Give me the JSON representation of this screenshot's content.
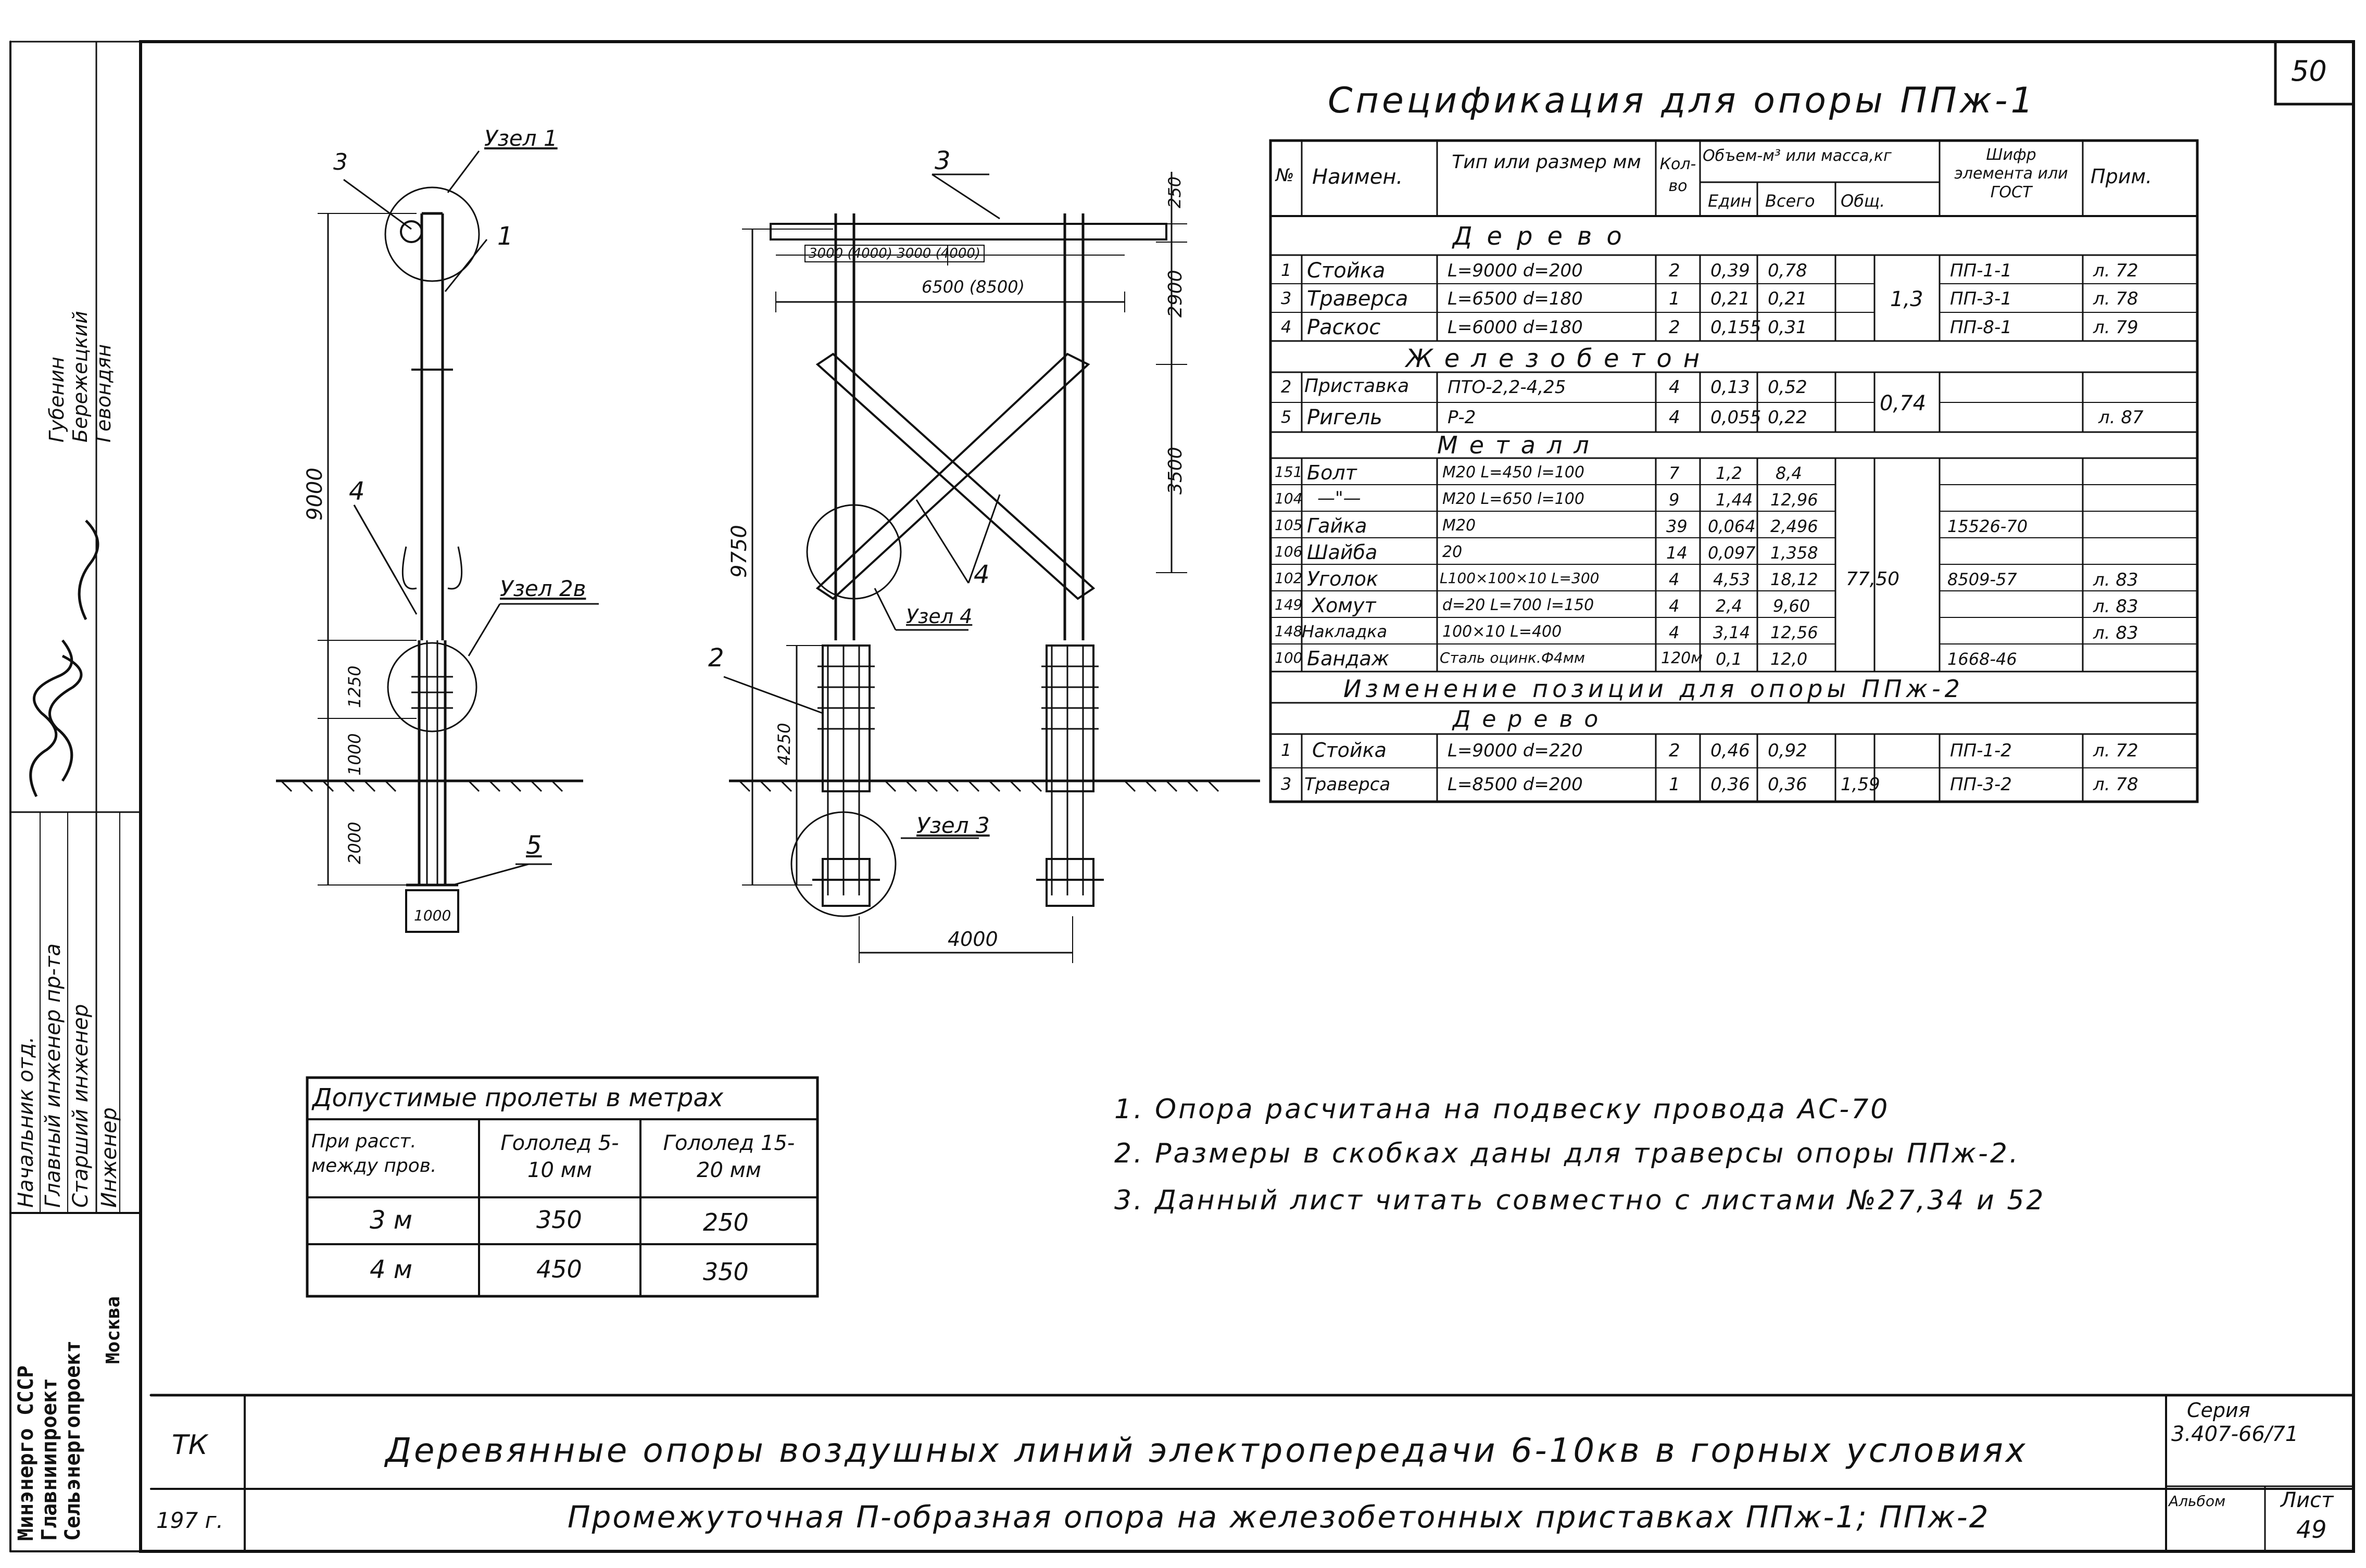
{
  "sheet": {
    "page_number": "50",
    "title": "Спецификация для опоры ППж-1",
    "stamp_tk": "ТК",
    "stamp_year": "197 г.",
    "drawing_title_main": "Деревянные опоры воздушных линий электропередачи 6-10кв в горных условиях",
    "drawing_title_sub": "Промежуточная П-образная опора на железобетонных приставках ППж-1; ППж-2",
    "series_label": "Серия",
    "series_value": "3.407-66/71",
    "album_label": "Альбом",
    "sheet_label": "Лист",
    "sheet_value": "49"
  },
  "side_stamp": {
    "org": [
      "Минэнерго СССР",
      "Главниипроект",
      "Сельэнергопроект",
      "Москва"
    ],
    "roles": [
      "Начальник отд.",
      "Главный инженер пр-та",
      "Старший инженер",
      "Инженер"
    ],
    "names": [
      "Губенин",
      "Бережецкий",
      "Гевондян"
    ]
  },
  "left_view": {
    "labels": {
      "node1": "Узел 1",
      "node2b": "Узел 2в",
      "pos3": "3",
      "pos1": "1",
      "pos4": "4",
      "pos5": "5"
    },
    "dims": {
      "d9000": "9000",
      "d1250": "1250",
      "d1000": "1000",
      "d2000": "2000",
      "d1000b": "1000"
    }
  },
  "right_view": {
    "labels": {
      "pos3": "3",
      "pos2": "2",
      "pos4": "4",
      "node4": "Узел 4",
      "node3": "Узел 3"
    },
    "dims": {
      "top": "3000 (4000)  3000 (4000)",
      "span": "6500 (8500)",
      "d250": "250",
      "d2900": "2900",
      "d3500": "3500",
      "d9750": "9750",
      "d4250": "4250",
      "d4000": "4000"
    }
  },
  "spec_table": {
    "headers": {
      "no": "№",
      "name": "Наимен.",
      "type": "Тип или размер мм",
      "qty": "Кол-во",
      "vol": "Объем-м³ или масса,кг",
      "unit": "Един",
      "total": "Всего",
      "common": "Общ.",
      "code": "Шифр элемента или ГОСТ",
      "note": "Прим."
    },
    "sections": [
      {
        "title": "Дерево",
        "rows": [
          [
            "1",
            "Стойка",
            "L=9000  d=200",
            "2",
            "0,39",
            "0,78",
            "",
            "ПП-1-1",
            "л. 72"
          ],
          [
            "3",
            "Траверса",
            "L=6500  d=180",
            "1",
            "0,21",
            "0,21",
            "",
            "ПП-3-1",
            "л. 78"
          ],
          [
            "4",
            "Раскос",
            "L=6000  d=180",
            "2",
            "0,155",
            "0,31",
            "",
            "ПП-8-1",
            "л. 79"
          ]
        ],
        "common": "1,3"
      },
      {
        "title": "Железобетон",
        "rows": [
          [
            "2",
            "Приставка",
            "ПТО-2,2-4,25",
            "4",
            "0,13",
            "0,52",
            "",
            "",
            ""
          ],
          [
            "5",
            "Ригель",
            "Р-2",
            "4",
            "0,055",
            "0,22",
            "",
            "",
            "л. 87"
          ]
        ],
        "common": "0,74"
      },
      {
        "title": "Металл",
        "rows": [
          [
            "151",
            "Болт",
            "М20 L=450 l=100",
            "7",
            "1,2",
            "8,4",
            "",
            "",
            ""
          ],
          [
            "104",
            "—\"—",
            "М20 L=650 l=100",
            "9",
            "1,44",
            "12,96",
            "",
            "",
            ""
          ],
          [
            "105",
            "Гайка",
            "М20",
            "39",
            "0,064",
            "2,496",
            "",
            "15526-70",
            ""
          ],
          [
            "106",
            "Шайба",
            "20",
            "14",
            "0,097",
            "1,358",
            "",
            "",
            ""
          ],
          [
            "102",
            "Уголок",
            "L100×100×10 L=300",
            "4",
            "4,53",
            "18,12",
            "",
            "8509-57",
            "л. 83"
          ],
          [
            "149",
            "Хомут",
            "d=20 L=700 l=150",
            "4",
            "2,4",
            "9,60",
            "",
            "",
            "л. 83"
          ],
          [
            "148",
            "Накладка",
            "100×10  L=400",
            "4",
            "3,14",
            "12,56",
            "",
            "",
            "л. 83"
          ],
          [
            "100",
            "Бандаж",
            "Сталь оцинк.Ф4мм",
            "120м",
            "0,1",
            "12,0",
            "",
            "1668-46",
            ""
          ]
        ],
        "common": "77,50"
      }
    ],
    "change_title": "Изменение позиции для опоры ППж-2",
    "change_section": "Дерево",
    "change_rows": [
      [
        "1",
        "Стойка",
        "L=9000  d=220",
        "2",
        "0,46",
        "0,92",
        "",
        "ПП-1-2",
        "л. 72"
      ],
      [
        "3",
        "Траверса",
        "L=8500  d=200",
        "1",
        "0,36",
        "0,36",
        "1,59",
        "ПП-3-2",
        "л. 78"
      ]
    ]
  },
  "spans_table": {
    "title": "Допустимые пролеты в метрах",
    "col1": "При расст. между пров.",
    "col2": "Гололед 5-10 мм",
    "col3": "Гололед 15-20 мм",
    "rows": [
      [
        "3 м",
        "350",
        "250"
      ],
      [
        "4 м",
        "450",
        "350"
      ]
    ]
  },
  "notes": [
    "1. Опора расчитана на подвеску провода АС-70",
    "2. Размеры в скобках даны для траверсы опоры ППж-2.",
    "3. Данный лист читать совместно с листами №27,34 и 52"
  ]
}
